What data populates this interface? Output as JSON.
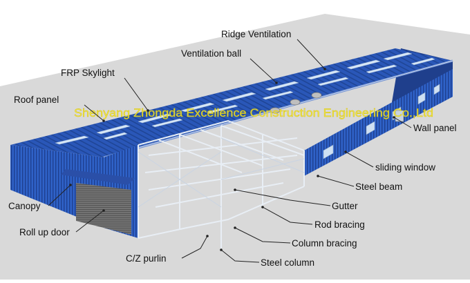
{
  "watermark": "Shenyang Zhongda Excellence Construction Engineering Co.,Ltd",
  "labels": {
    "ridge_ventilation": "Ridge Ventilation",
    "ventilation_ball": "Ventilation ball",
    "frp_skylight": "FRP Skylight",
    "roof_panel": "Roof panel",
    "wall_panel": "Wall panel",
    "sliding_window": "sliding window",
    "steel_beam": "Steel beam",
    "gutter": "Gutter",
    "rod_bracing": "Rod bracing",
    "column_bracing": "Column bracing",
    "steel_column": "Steel column",
    "cz_purlin": "C/Z purlin",
    "canopy": "Canopy",
    "roll_up_door": "Roll up door"
  },
  "colors": {
    "ground": "#d9d9d9",
    "cladding_blue": "#2f62c8",
    "cladding_dark": "#1e3f8f",
    "roof_blue": "#2a57b8",
    "skylight": "#d6e6f6",
    "steel_frame": "#e8eef5",
    "door_gray": "#6f6f6f"
  }
}
